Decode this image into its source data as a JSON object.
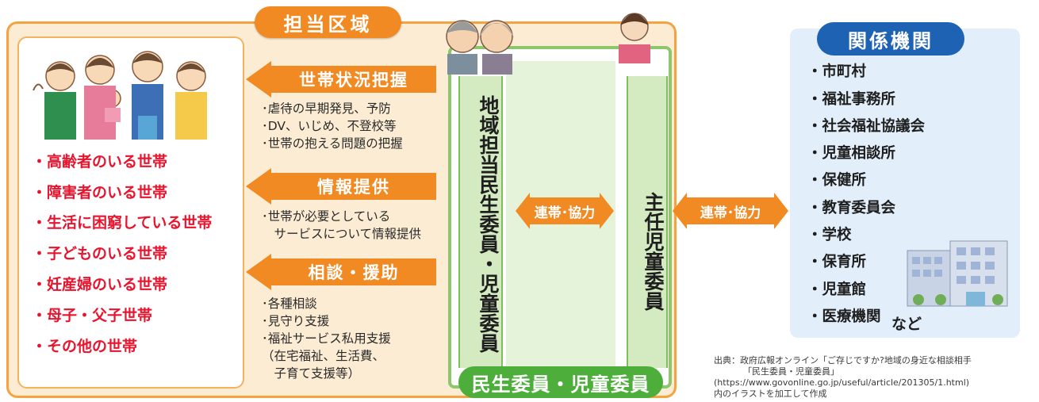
{
  "area_tab": "担当区域",
  "households": [
    "・高齢者のいる世帯",
    "・障害者のいる世帯",
    "・生活に困窮している世帯",
    "・子どものいる世帯",
    "・妊産婦のいる世帯",
    "・母子・父子世帯",
    "・その他の世帯"
  ],
  "activities": [
    {
      "label": "世帯状況把握",
      "notes": [
        "･虐待の早期発見、予防",
        "･DV、いじめ、不登校等",
        "･世帯の抱える問題の把握"
      ]
    },
    {
      "label": "情報提供",
      "notes": [
        "･世帯が必要としている",
        "　サービスについて情報提供"
      ]
    },
    {
      "label": "相談・援助",
      "notes": [
        "･各種相談",
        "･見守り支援",
        "･福祉サービス私用支援",
        "（在宅福祉、生活費、",
        "　子育て支援等）"
      ]
    }
  ],
  "volunteers": {
    "regional": "地域担当民生委員・児童委員",
    "chief": "主任児童委員",
    "label": "民生委員・児童委員"
  },
  "cooperation": [
    "連帯･協力",
    "連帯･協力"
  ],
  "agencies": {
    "title": "関係機関",
    "items": [
      "・市町村",
      "・福祉事務所",
      "・社会福祉協議会",
      "・児童相談所",
      "・保健所",
      "・教育委員会",
      "・学校",
      "・保育所",
      "・児童館",
      "・医療機関"
    ],
    "etc": "など"
  },
  "source": {
    "line1": "出典：政府広報オンライン「ご存じですか?地域の身近な相談相手",
    "line2": "「民生委員・児童委員」",
    "line3": "(https://www.govonline.go.jp/useful/article/201305/1.html)",
    "line4": "内のイラストを加工して作成"
  },
  "colors": {
    "orange": "#f28a23",
    "red_text": "#e8142e",
    "green": "#4eae3c",
    "blue": "#1e62b3"
  }
}
